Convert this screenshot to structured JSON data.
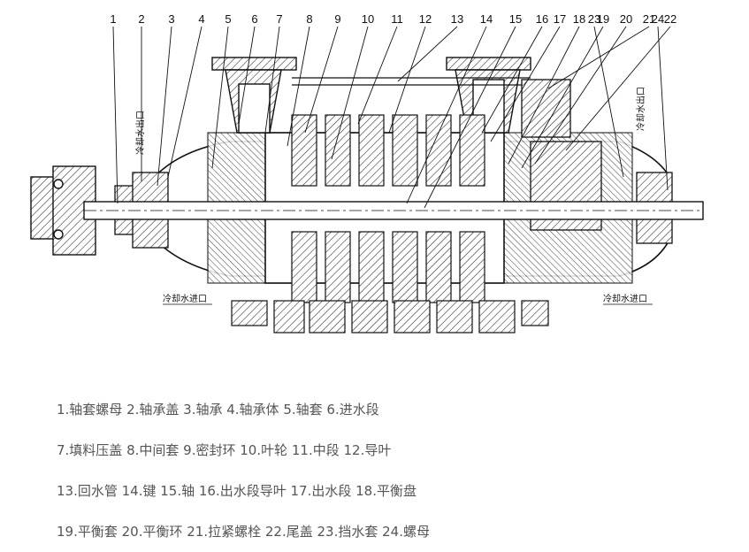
{
  "part_numbers": [
    "1",
    "2",
    "3",
    "4",
    "5",
    "6",
    "7",
    "8",
    "9",
    "10",
    "11",
    "12",
    "13",
    "14",
    "15",
    "16",
    "17",
    "18",
    "19",
    "20",
    "21",
    "22",
    "23",
    "24"
  ],
  "annotations": {
    "cooling_outlet_left": "冷却水出口",
    "cooling_outlet_right": "冷却水出口",
    "cooling_inlet_left": "冷却水进口",
    "cooling_inlet_right": "冷却水进口"
  },
  "legend_lines": [
    "1.轴套螺母 2.轴承盖 3.轴承 4.轴承体 5.轴套 6.进水段",
    "7.填料压盖 8.中间套 9.密封环 10.叶轮 11.中段 12.导叶",
    "13.回水管 14.键 15.轴 16.出水段导叶 17.出水段 18.平衡盘",
    "19.平衡套 20.平衡环 21.拉紧螺栓 22.尾盖 23.挡水套 24.螺母"
  ]
}
